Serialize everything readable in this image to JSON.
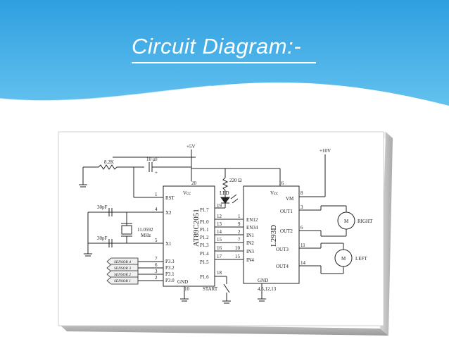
{
  "slide": {
    "title": "Circuit Diagram:-"
  },
  "diagram": {
    "power": {
      "vcc5": "+5V",
      "vcc10": "+10V"
    },
    "components": {
      "r1": "8.2K",
      "c1": "10 µF",
      "c1_plus": "+",
      "r2": "220 Ω",
      "led": "LED",
      "cap_top": "30pF",
      "cap_bottom": "30pF",
      "crystal_l1": "11.0592",
      "crystal_l2": "MHz",
      "start": "START",
      "motor_label": "M",
      "motor_right": "RIGHT",
      "motor_left": "LEFT"
    },
    "mcu": {
      "name": "AT89C2051",
      "vcc": "Vcc",
      "rst": "RST",
      "x2": "X2",
      "x1": "X1",
      "gnd": "GND",
      "ports": [
        "P1.7",
        "P1.0",
        "P1.1",
        "P1.2",
        "P1.3",
        "P1.4",
        "P1.5",
        "P1.6"
      ],
      "p3": [
        "P3.3",
        "P3.2",
        "P3.1",
        "P3.0"
      ],
      "pins_left": [
        "1",
        "4",
        "5",
        "7",
        "6",
        "3",
        "2"
      ],
      "pin_vcc": "20",
      "pin_gnd": "10",
      "pins_right": [
        "19",
        "12",
        "13",
        "14",
        "15",
        "16",
        "17",
        "18"
      ]
    },
    "driver": {
      "name": "L293D",
      "vcc": "Vcc",
      "vm": "VM",
      "gnd": "GND",
      "inputs": [
        "EN12",
        "EN34",
        "IN1",
        "IN2",
        "IN3",
        "IN4"
      ],
      "pins_in": [
        "1",
        "9",
        "2",
        "7",
        "10",
        "15"
      ],
      "outputs": [
        "OUT1",
        "OUT2",
        "OUT3",
        "OUT4"
      ],
      "pins_out": [
        "3",
        "6",
        "11",
        "14"
      ],
      "pin_vcc": "16",
      "pin_vm": "8",
      "pin_gnd": "4,5,12,13"
    },
    "sensors": [
      "SENSOR 4",
      "SENSOR 3",
      "SENSOR 2",
      "SENSOR 1"
    ]
  }
}
